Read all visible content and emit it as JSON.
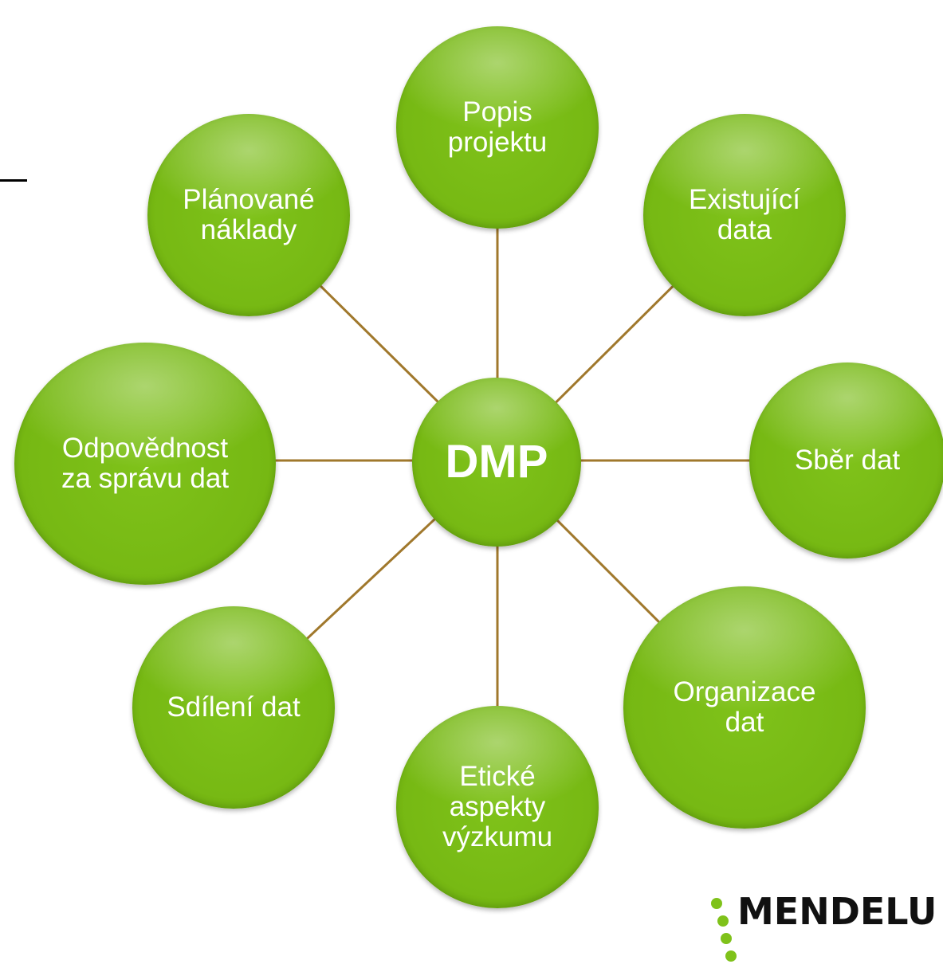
{
  "diagram": {
    "center": "DMP",
    "nodes": [
      {
        "id": "popis-projektu",
        "label": "Popis\nprojektu"
      },
      {
        "id": "existujici-data",
        "label": "Existující\ndata"
      },
      {
        "id": "sber-dat",
        "label": "Sběr dat"
      },
      {
        "id": "organizace-dat",
        "label": "Organizace\ndat"
      },
      {
        "id": "eticke-aspekty",
        "label": "Etické\naspekty\nvýzkumu"
      },
      {
        "id": "sdileni-dat",
        "label": "Sdílení dat"
      },
      {
        "id": "odpovednost",
        "label": "Odpovědnost\nza správu dat"
      },
      {
        "id": "planovane-naklady",
        "label": "Plánované\nnáklady"
      }
    ]
  },
  "logo": {
    "text": "MENDELU"
  },
  "colors": {
    "node_green": "#76b813",
    "connector": "#a0782c",
    "text": "#ffffff"
  }
}
